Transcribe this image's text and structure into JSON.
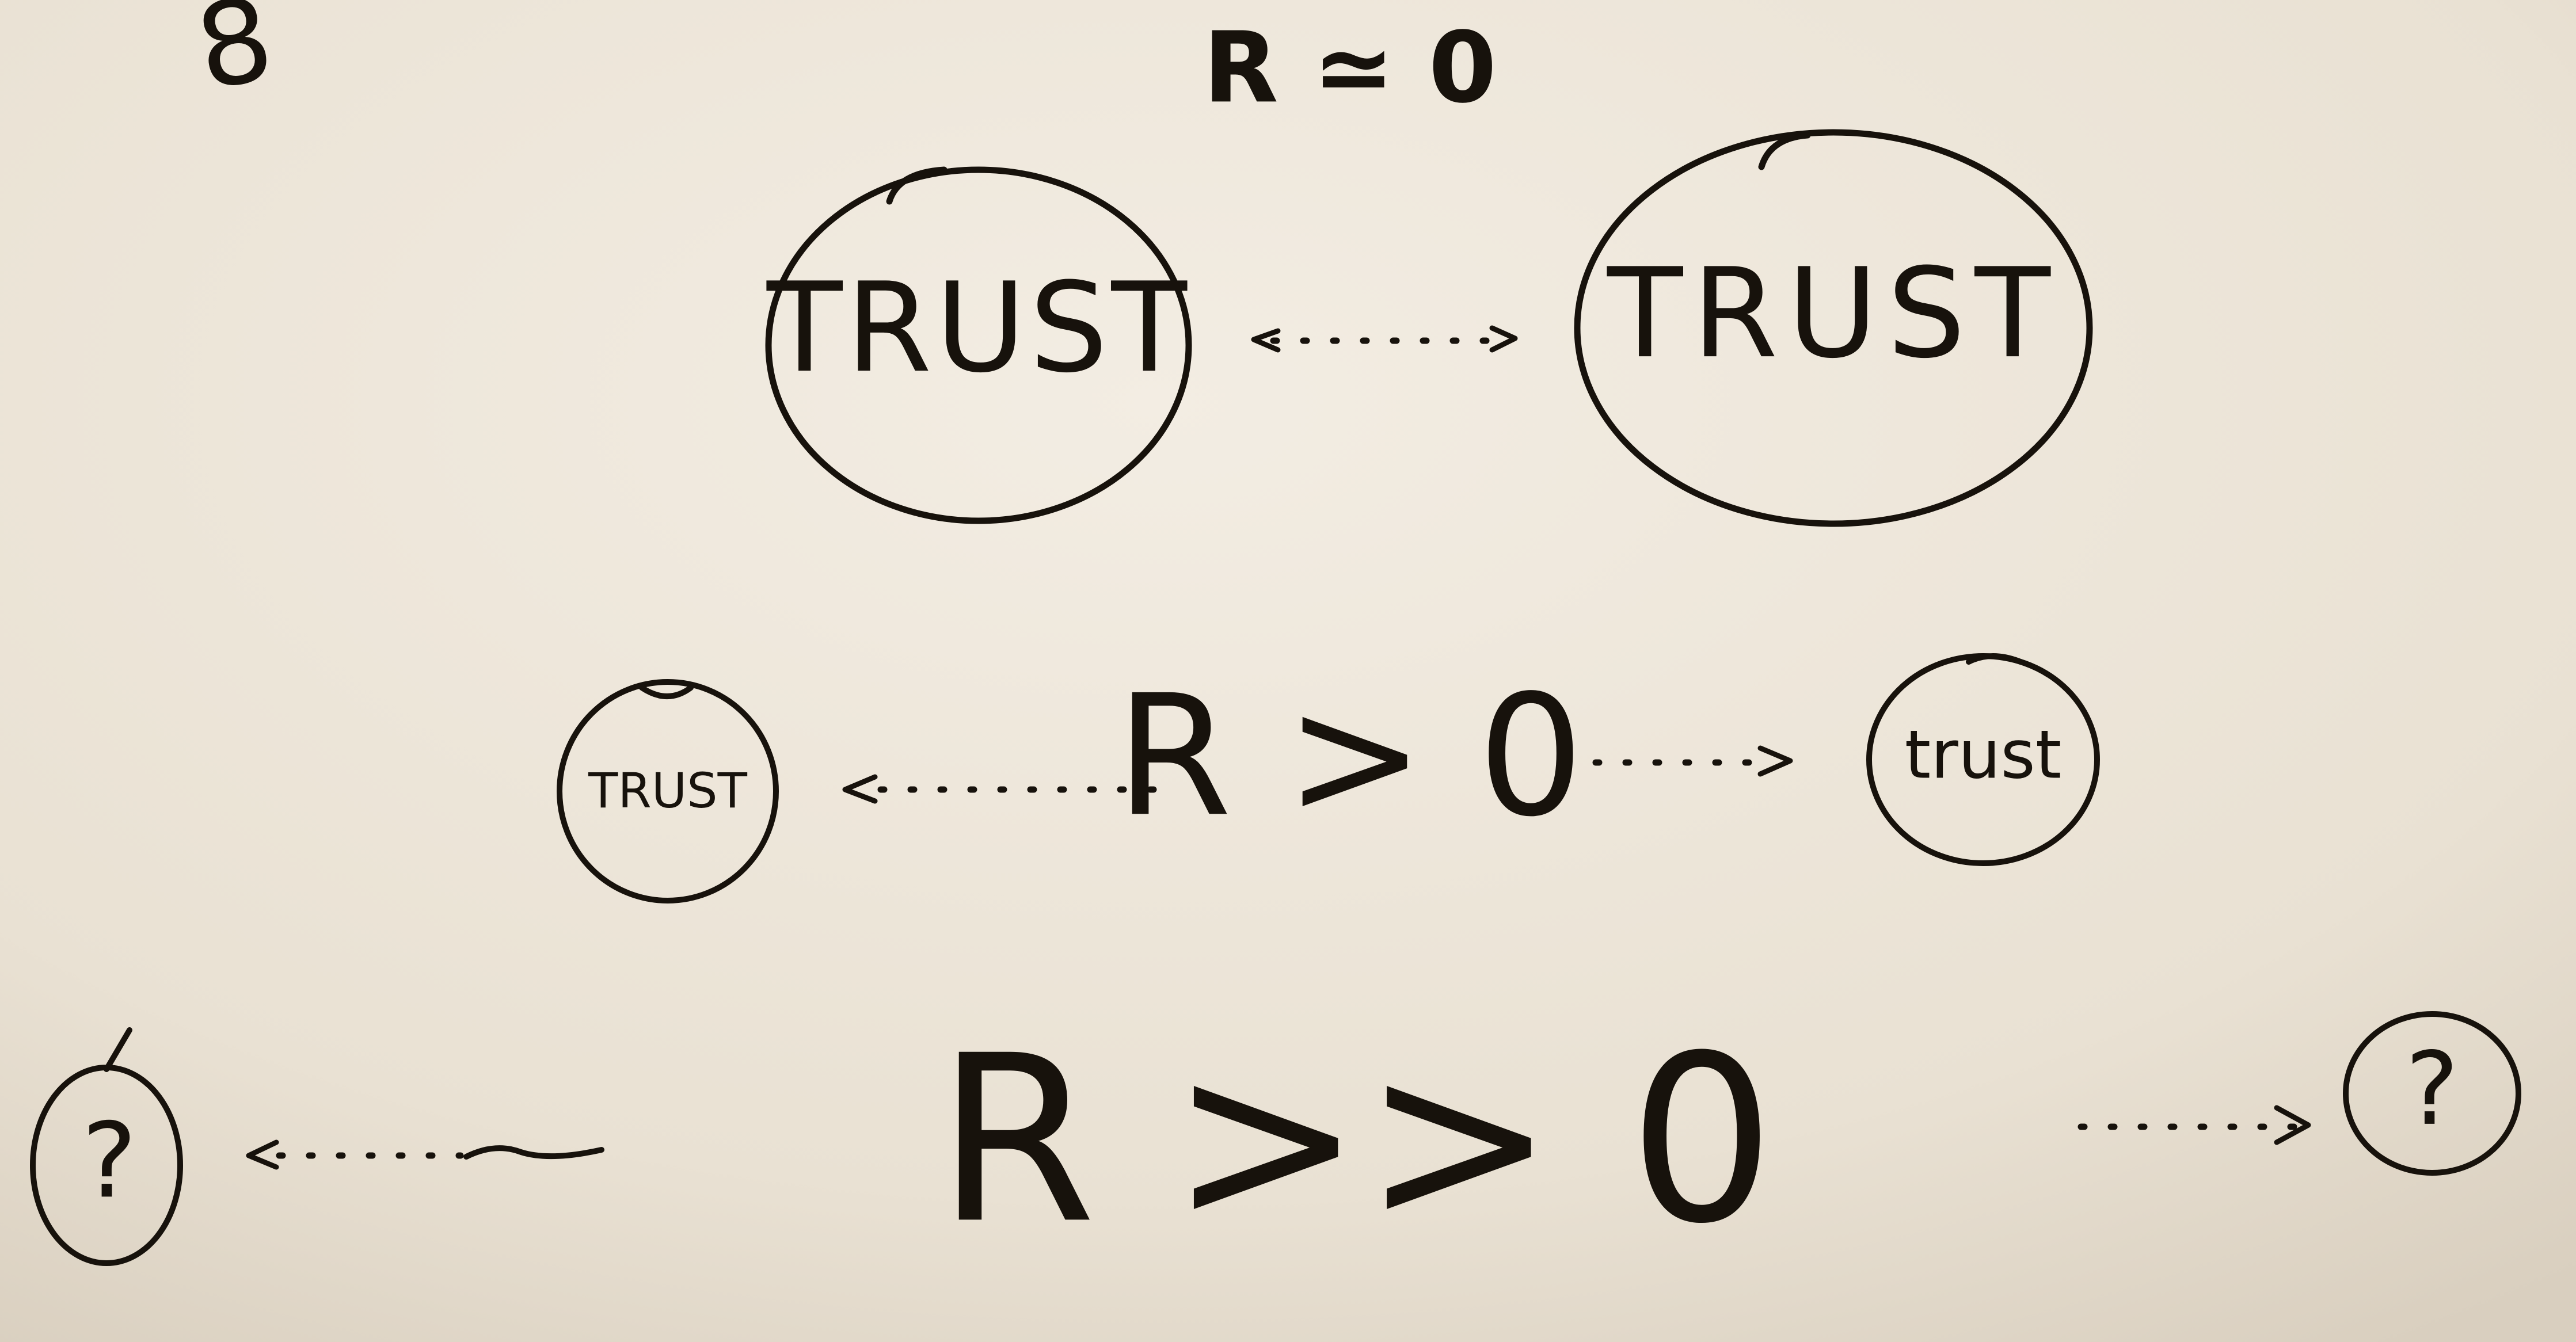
{
  "corner_mark": "8",
  "rows": [
    {
      "relation": "R ≃ 0",
      "left_node": "TRUST",
      "right_node": "TRUST"
    },
    {
      "relation": "R > 0",
      "left_node": "TRUST",
      "right_node": "trust"
    },
    {
      "relation": "R >> 0",
      "left_node": "?",
      "right_node": "?"
    }
  ],
  "colors": {
    "paper": "#ece5d9",
    "ink": "#17120c"
  }
}
